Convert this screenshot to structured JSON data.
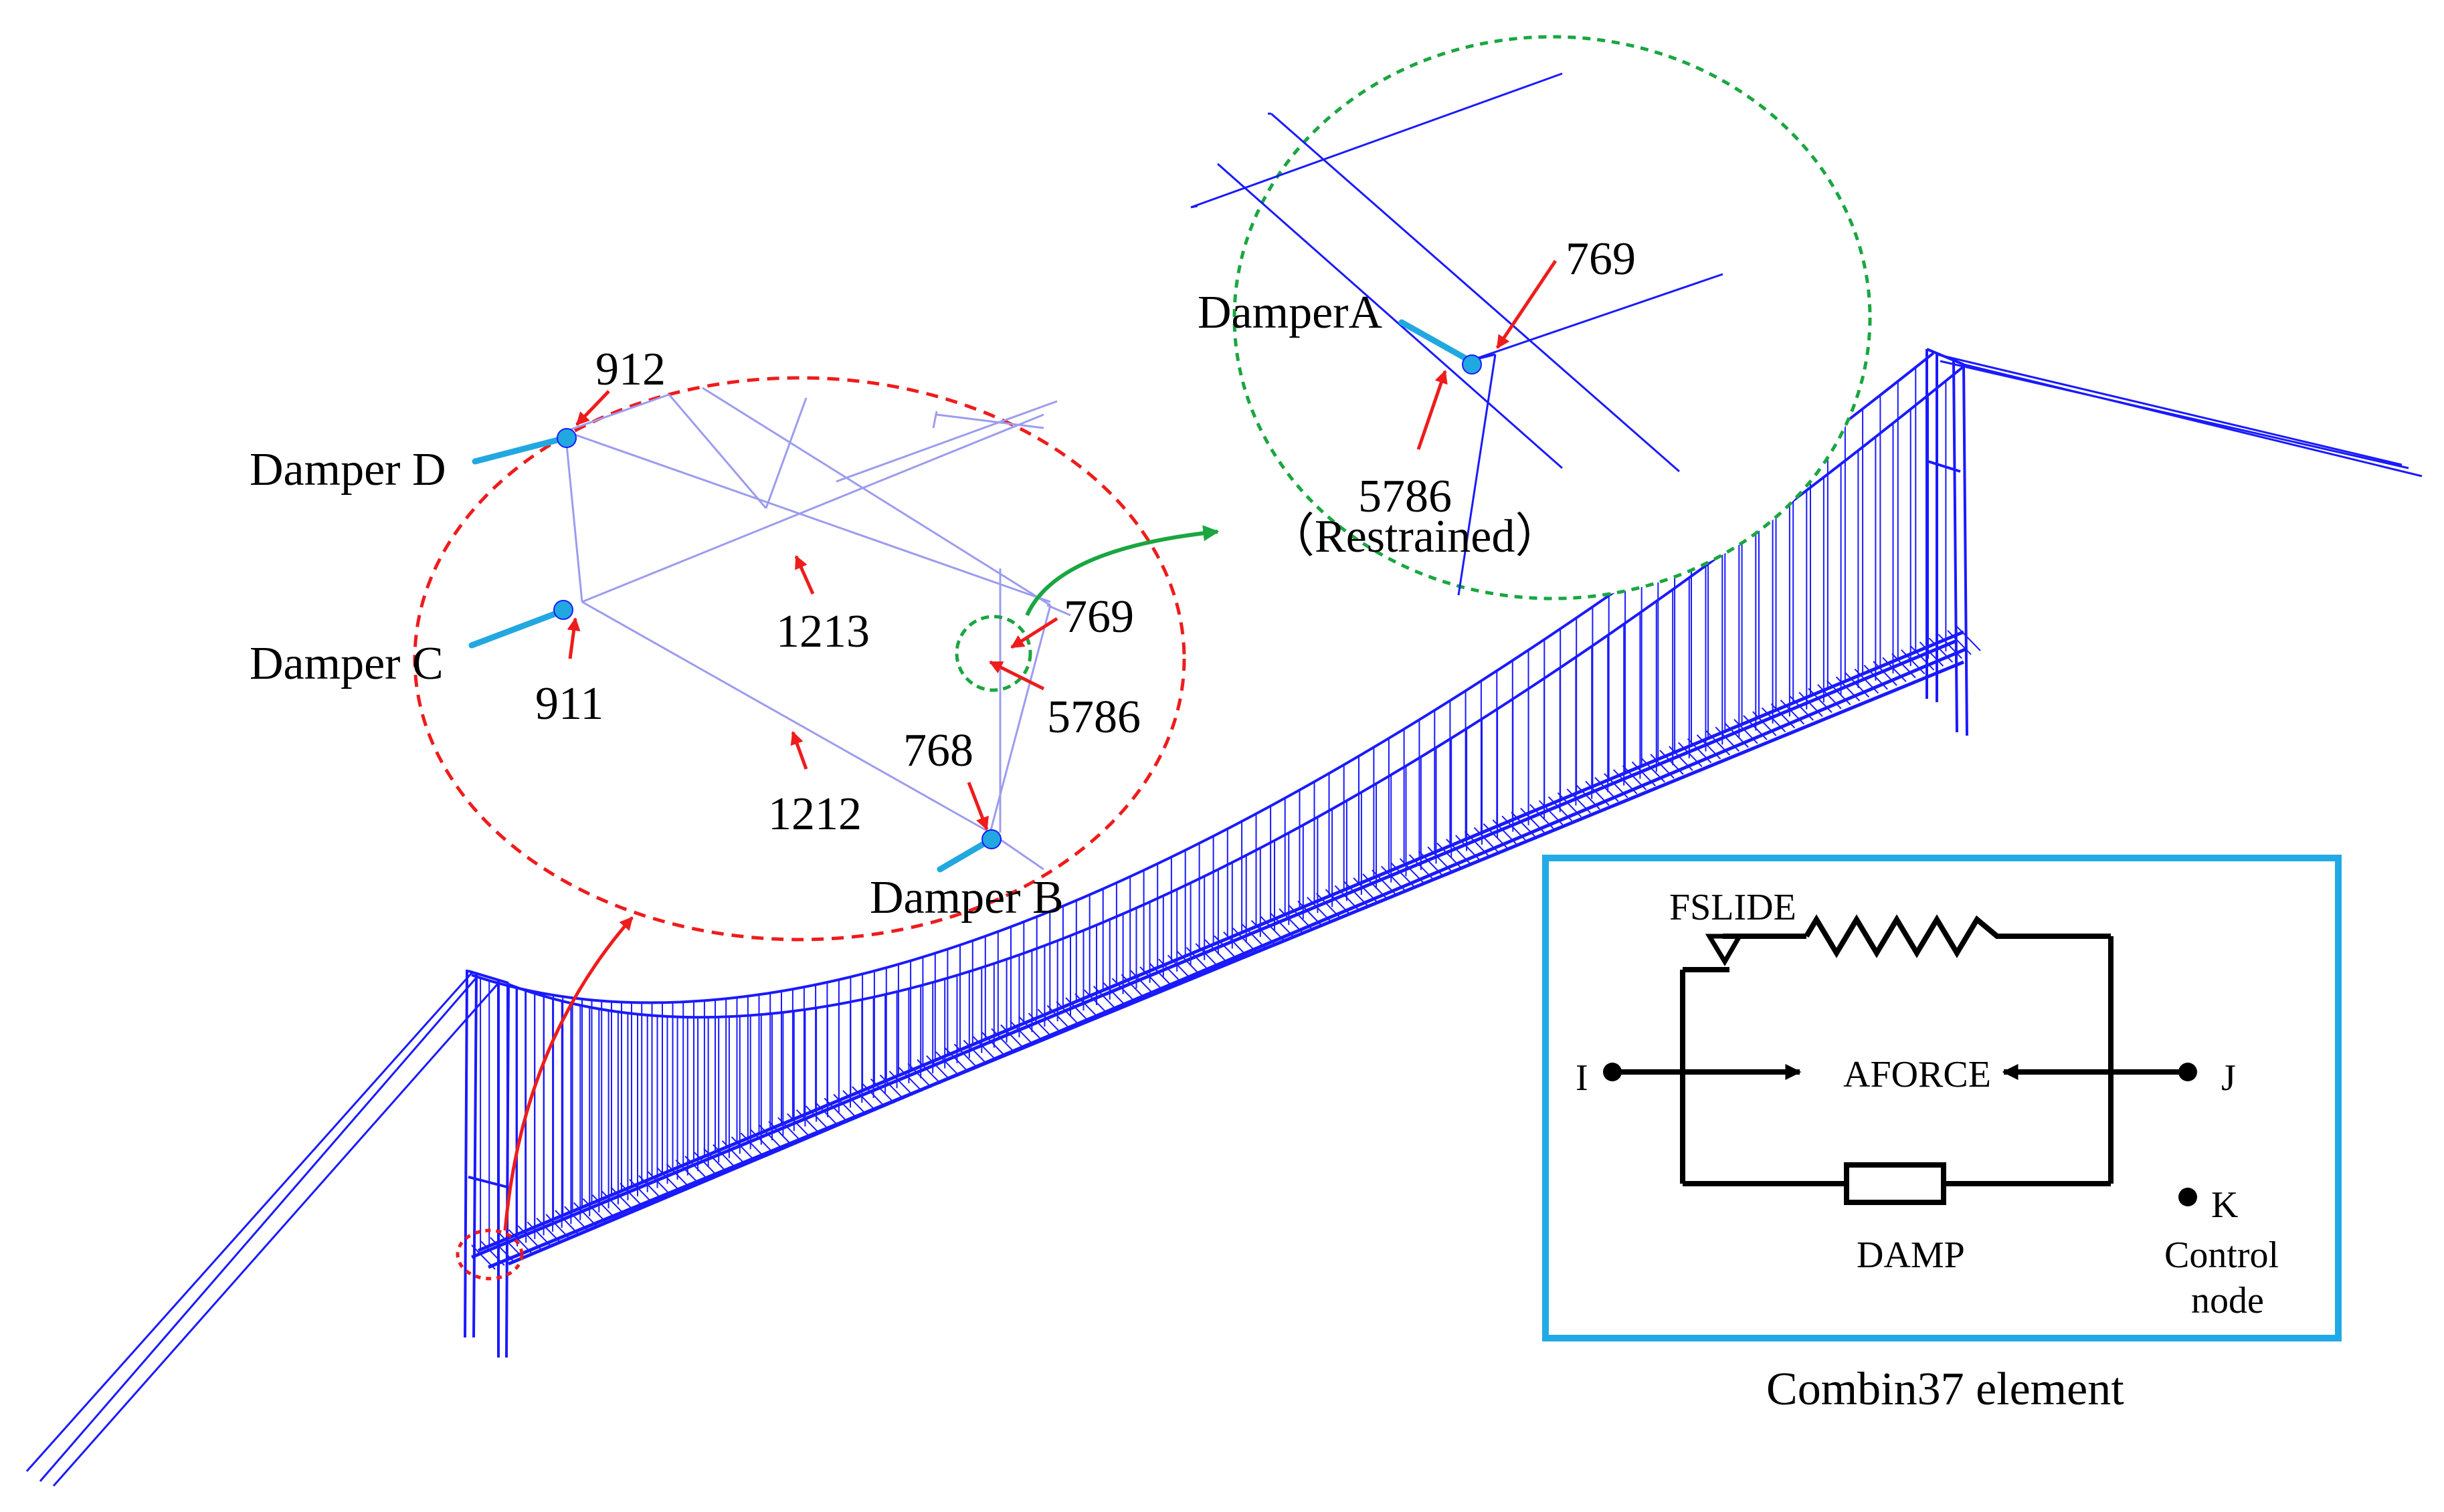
{
  "callout_main": {
    "nodes": {
      "n912": "912",
      "n911": "911",
      "n1213": "1213",
      "n1212": "1212",
      "n769": "769",
      "n5786": "5786",
      "n768": "768"
    },
    "dampers": {
      "d": "Damper D",
      "c": "Damper C",
      "b": "Damper B"
    }
  },
  "callout_detail": {
    "damper_a": "DamperA",
    "n769": "769",
    "n5786": "5786",
    "restrained": "（Restrained）"
  },
  "combin37": {
    "fslide": "FSLIDE",
    "aforce": "AFORCE",
    "damp": "DAMP",
    "node_i": "I",
    "node_j": "J",
    "node_k": "K",
    "control_node_line1": "Control",
    "control_node_line2": "node",
    "caption": "Combin37 element"
  },
  "colors": {
    "bridge": "#1a1aff",
    "mesh_light": "#9c9cf0",
    "red_highlight": "#ee1c1c",
    "green_highlight": "#1aa640",
    "damper_blue": "#22a8e0",
    "box_border": "#22aae6"
  }
}
